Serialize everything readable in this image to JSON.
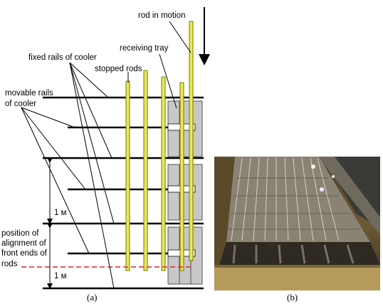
{
  "figure": {
    "panel_a": {
      "caption": "(a)",
      "labels": {
        "rod_in_motion": "rod in motion",
        "receiving_tray": "receiving tray",
        "fixed_rails": "fixed rails of cooler",
        "stopped_rods": "stopped rods",
        "movable_rails_line1": "movable rails",
        "movable_rails_line2": "of cooler",
        "spacing_upper": "1 м",
        "spacing_lower": "1 м",
        "alignment_line1": "position of",
        "alignment_line2": "alignment of",
        "alignment_line3": "front ends of",
        "alignment_line4": " rods"
      },
      "colors": {
        "rod_fill": "#e8e85a",
        "rod_stroke": "#7a7a00",
        "tray_fill": "#c8c8c8",
        "rail": "#000000",
        "alignment_dash": "#e0262a"
      }
    },
    "panel_b": {
      "caption": "(b)",
      "photo_description": "photo"
    }
  }
}
